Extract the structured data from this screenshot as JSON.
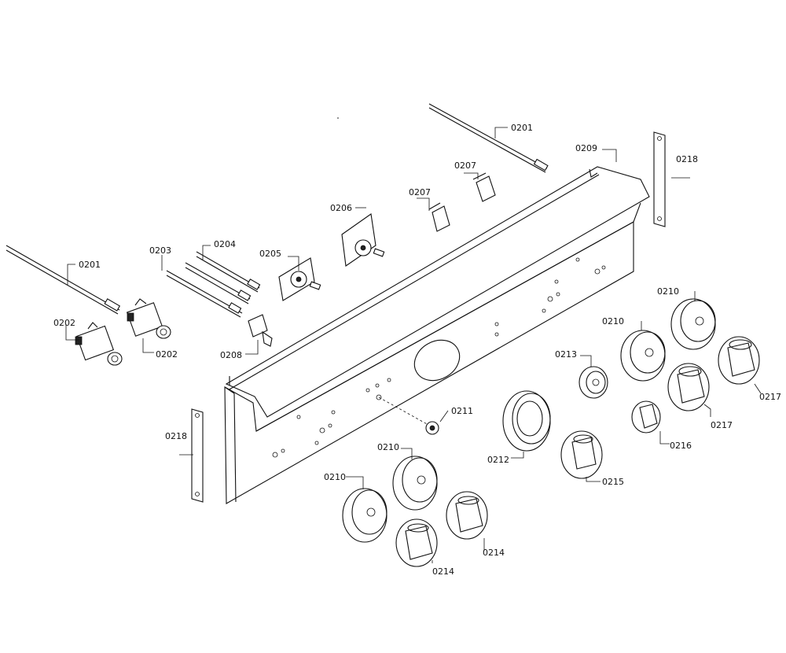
{
  "callouts": {
    "c0201a": "0201",
    "c0201b": "0201",
    "c0202a": "0202",
    "c0202b": "0202",
    "c0203": "0203",
    "c0204": "0204",
    "c0205": "0205",
    "c0206": "0206",
    "c0207a": "0207",
    "c0207b": "0207",
    "c0208": "0208",
    "c0209": "0209",
    "c0210a": "0210",
    "c0210b": "0210",
    "c0210c": "0210",
    "c0210d": "0210",
    "c0211": "0211",
    "c0212": "0212",
    "c0213": "0213",
    "c0214a": "0214",
    "c0214b": "0214",
    "c0215": "0215",
    "c0216": "0216",
    "c0217a": "0217",
    "c0217b": "0217",
    "c0218a": "0218",
    "c0218b": "0218"
  }
}
